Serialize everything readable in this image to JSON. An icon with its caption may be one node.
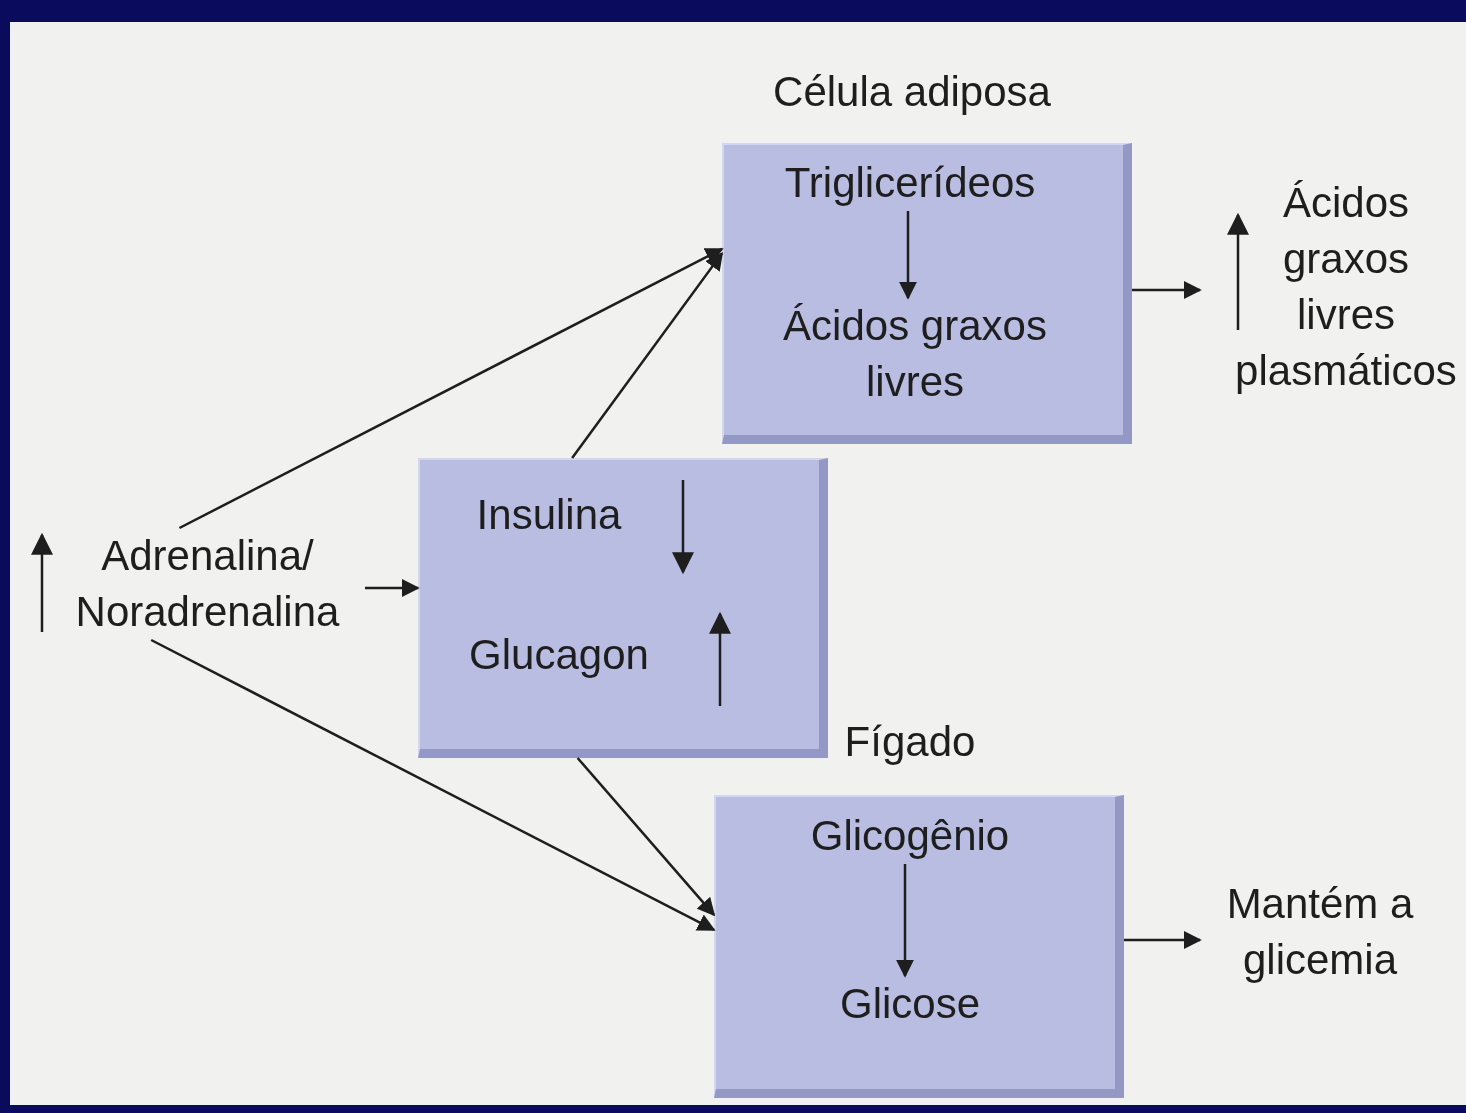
{
  "diagram": {
    "nodes": [
      {
        "text": [
          "Célula adiposa"
        ]
      },
      {
        "text": [
          "Triglicerídeos"
        ],
        "in": 0
      },
      {
        "text": [
          "Ácidos graxos livres"
        ],
        "in": 0
      },
      {
        "text": [
          "Ácidos graxos livres plasmáticos"
        ]
      },
      {
        "text": [
          "Adrenalina/ Noradrenalina"
        ]
      },
      {
        "text": [
          "Insulina",
          "Glucagon"
        ]
      },
      {
        "text": [
          "Fígado"
        ]
      },
      {
        "text": [
          "Glicogênio"
        ],
        "in": 6
      },
      {
        "text": [
          "Glicose"
        ],
        "in": 6
      },
      {
        "text": [
          "Mantém a glicemia"
        ]
      }
    ],
    "edges": [
      {
        "from": 4,
        "to": 0,
        "arrow": "to"
      },
      {
        "from": 5,
        "to": 0,
        "arrow": "to"
      },
      {
        "from": 4,
        "to": 5,
        "arrow": "to"
      },
      {
        "from": 4,
        "to": 6,
        "arrow": "to"
      },
      {
        "from": 5,
        "to": 6,
        "arrow": "to"
      },
      {
        "from": 0,
        "to": 3,
        "arrow": "to"
      },
      {
        "from": 6,
        "to": 9,
        "arrow": "to"
      },
      {
        "from": 1,
        "to": 2,
        "arrow": "to"
      },
      {
        "from": 7,
        "to": 8,
        "arrow": "to"
      }
    ]
  }
}
